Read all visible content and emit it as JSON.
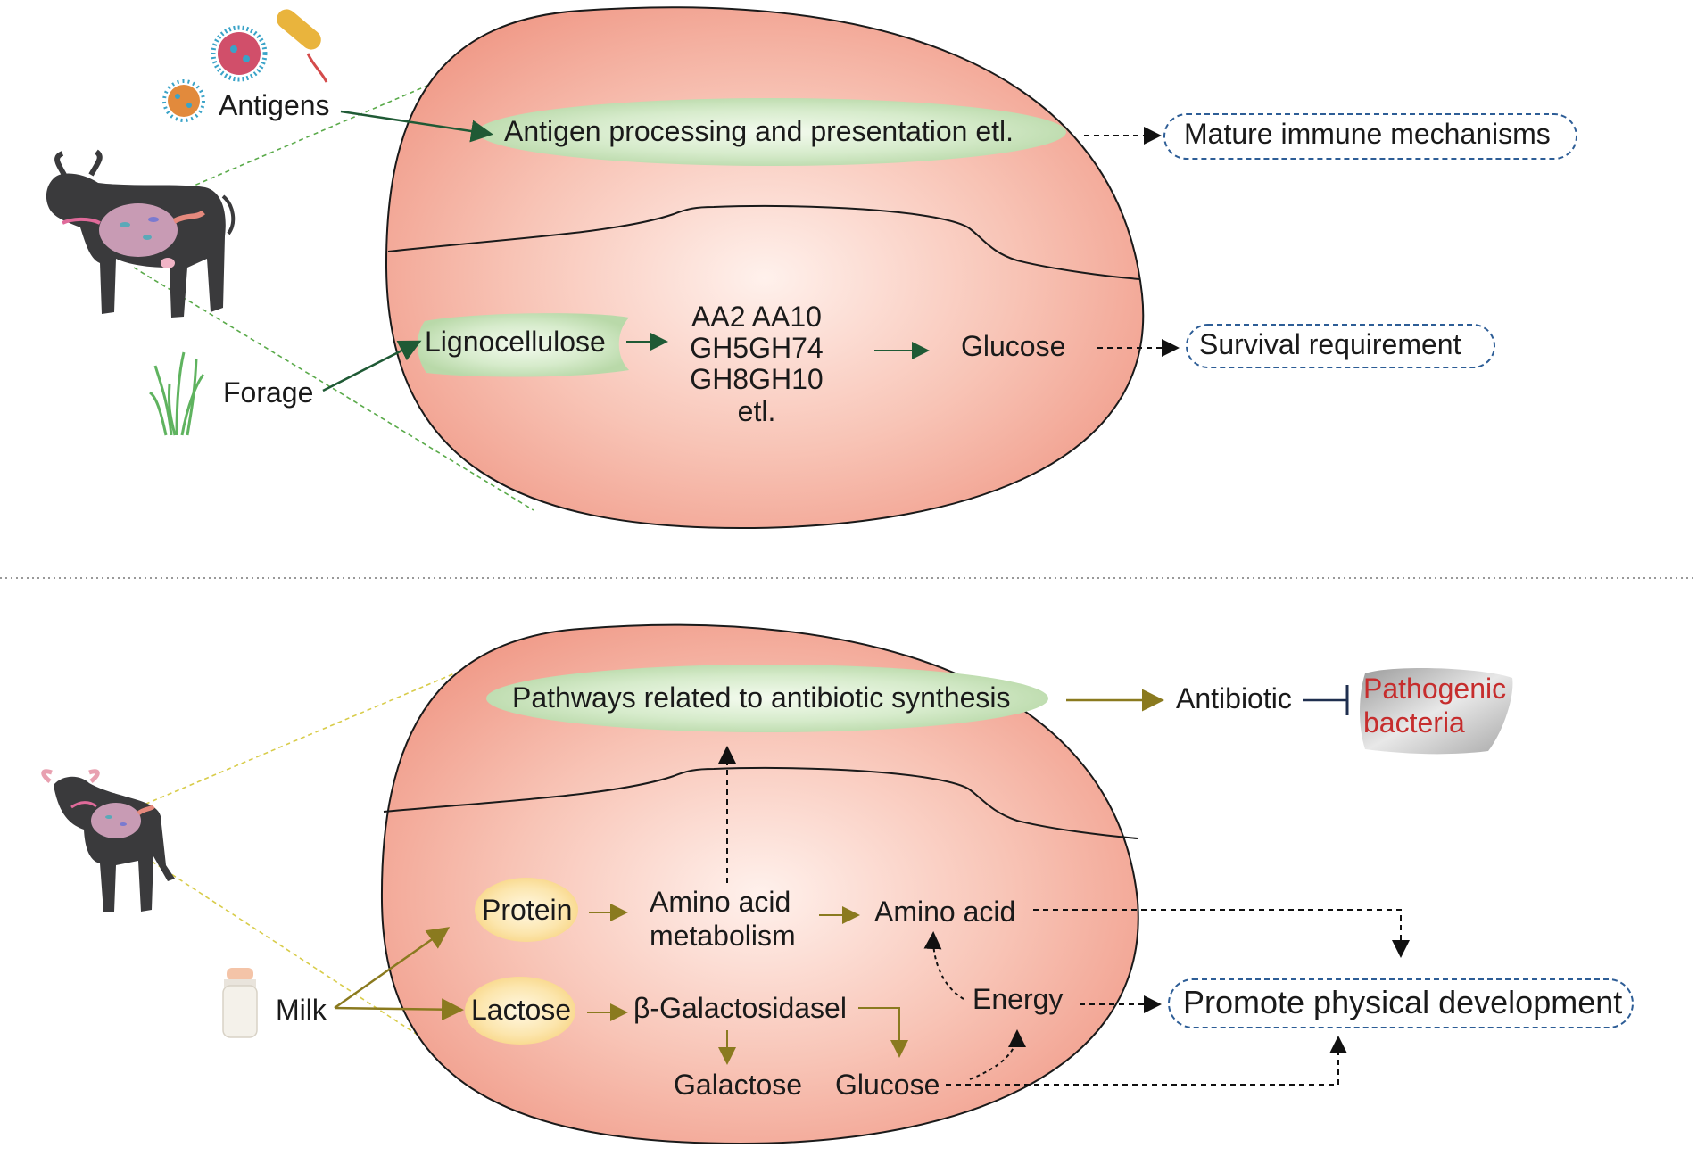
{
  "adult": {
    "inputs": {
      "antigens": "Antigens",
      "forage": "Forage"
    },
    "pathway_immune": "Antigen processing and presentation  etl.",
    "outcome_immune": "Mature immune mechanisms",
    "substrate": "Lignocellulose",
    "enzymes": [
      "AA2 AA10",
      "GH5GH74",
      "GH8GH10",
      "etl."
    ],
    "product": "Glucose",
    "outcome_survival": "Survival requirement"
  },
  "calf": {
    "input": "Milk",
    "pathway_antibiotic": "Pathways related to antibiotic synthesis",
    "antibiotic": "Antibiotic",
    "pathogen": [
      "Pathogenic",
      "bacteria"
    ],
    "protein": "Protein",
    "amino_acid_metabolism": [
      "Amino acid",
      "metabolism"
    ],
    "amino_acid": "Amino acid",
    "lactose": "Lactose",
    "enzyme": "β-Galactosidasel",
    "galactose": "Galactose",
    "glucose": "Glucose",
    "energy": "Energy",
    "outcome": "Promote physical development"
  },
  "colors": {
    "rumen": "#f3a898",
    "rumen_center": "#fde7e1",
    "pathway_pill": "#cfe5c3",
    "nutrient_blob": "#fbe0a0",
    "adult_arrow": "#1f5a35",
    "calf_arrow": "#8a7a1f",
    "outcome_border": "#2d5d96",
    "inhibition": "#1f2f4f",
    "pathogen_text": "#c62d2d"
  }
}
